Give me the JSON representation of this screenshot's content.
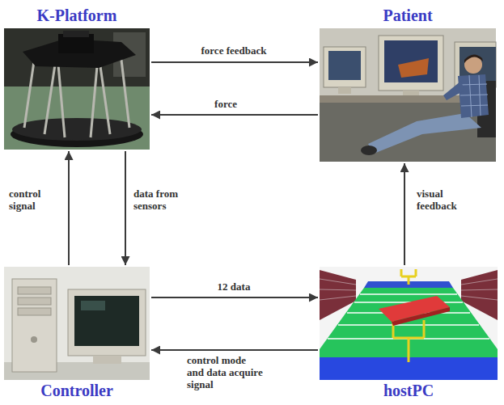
{
  "diagram": {
    "nodes": [
      {
        "text": [
          "K-Platform"
        ]
      },
      {
        "text": [
          "Patient"
        ]
      },
      {
        "text": [
          "Controller"
        ]
      },
      {
        "text": [
          "hostPC"
        ]
      }
    ],
    "edges": [
      {
        "from": 0,
        "to": 1,
        "label": "force feedback",
        "arrow": "to"
      },
      {
        "from": 1,
        "to": 0,
        "label": "force",
        "arrow": "to"
      },
      {
        "from": 2,
        "to": 0,
        "label": "control signal",
        "arrow": "to"
      },
      {
        "from": 0,
        "to": 2,
        "label": "data from sensors",
        "arrow": "to"
      },
      {
        "from": 2,
        "to": 3,
        "label": "12 data",
        "arrow": "to"
      },
      {
        "from": 3,
        "to": 2,
        "label": "control mode and data acquire signal",
        "arrow": "to"
      },
      {
        "from": 3,
        "to": 1,
        "label": "visual feedback",
        "arrow": "to"
      }
    ]
  }
}
